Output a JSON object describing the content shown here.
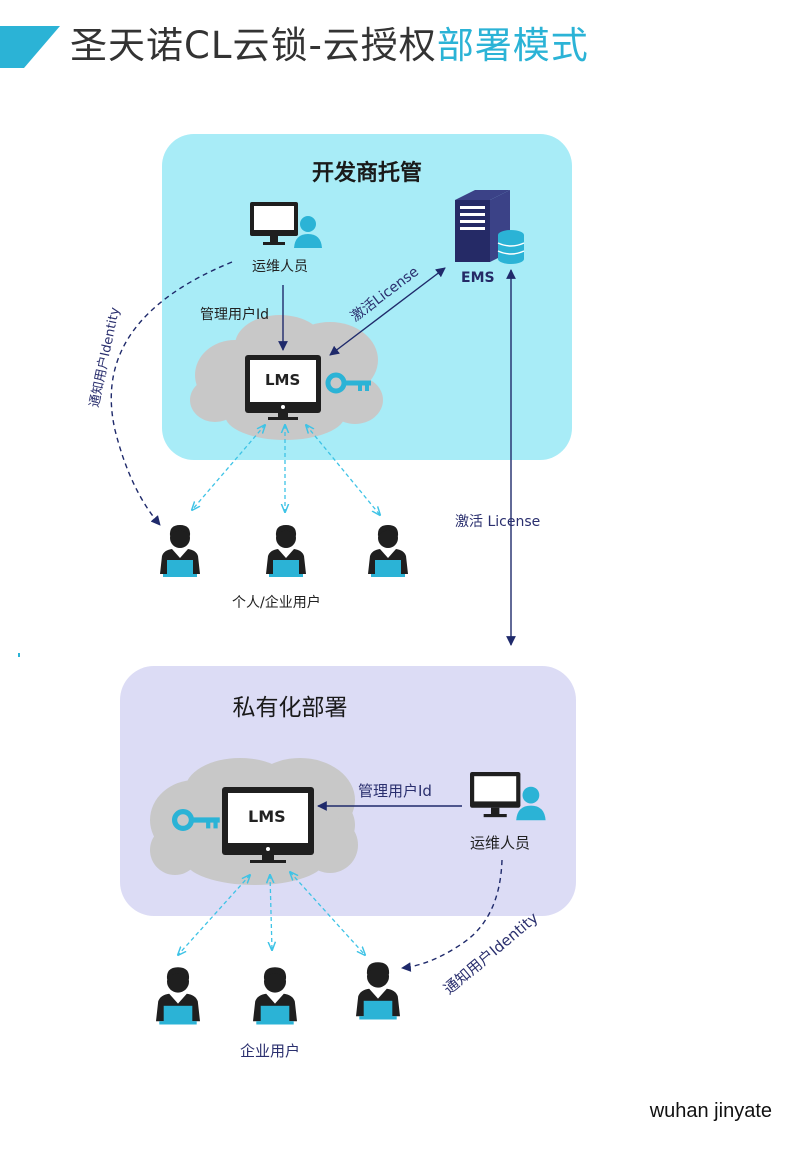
{
  "title": {
    "main": "圣天诺CL云锁-云授权",
    "accent": "部署模式"
  },
  "top_panel": {
    "title": "开发商托管",
    "ops_label": "运维人员",
    "server_label": "EMS",
    "lms_label": "LMS",
    "manage_label": "管理用户Id",
    "activate_label": "激活License",
    "notify_label": "通知用户Identity",
    "users_label": "个人/企业用户"
  },
  "link": {
    "activate_label": "激活 License"
  },
  "bottom_panel": {
    "title": "私有化部署",
    "ops_label": "运维人员",
    "lms_label": "LMS",
    "manage_label": "管理用户Id",
    "notify_label": "通知用户Identity",
    "users_label": "企业用户"
  },
  "colors": {
    "top_panel_bg": "#a8ecf7",
    "bottom_panel_bg": "#dcdcf5",
    "accent": "#2bb3d6",
    "dark_icon": "#1f1f1f",
    "navy_arrow": "#1f2a6b",
    "dashed_cyan": "#3ec3e6"
  },
  "watermark": "wuhan jinyate"
}
